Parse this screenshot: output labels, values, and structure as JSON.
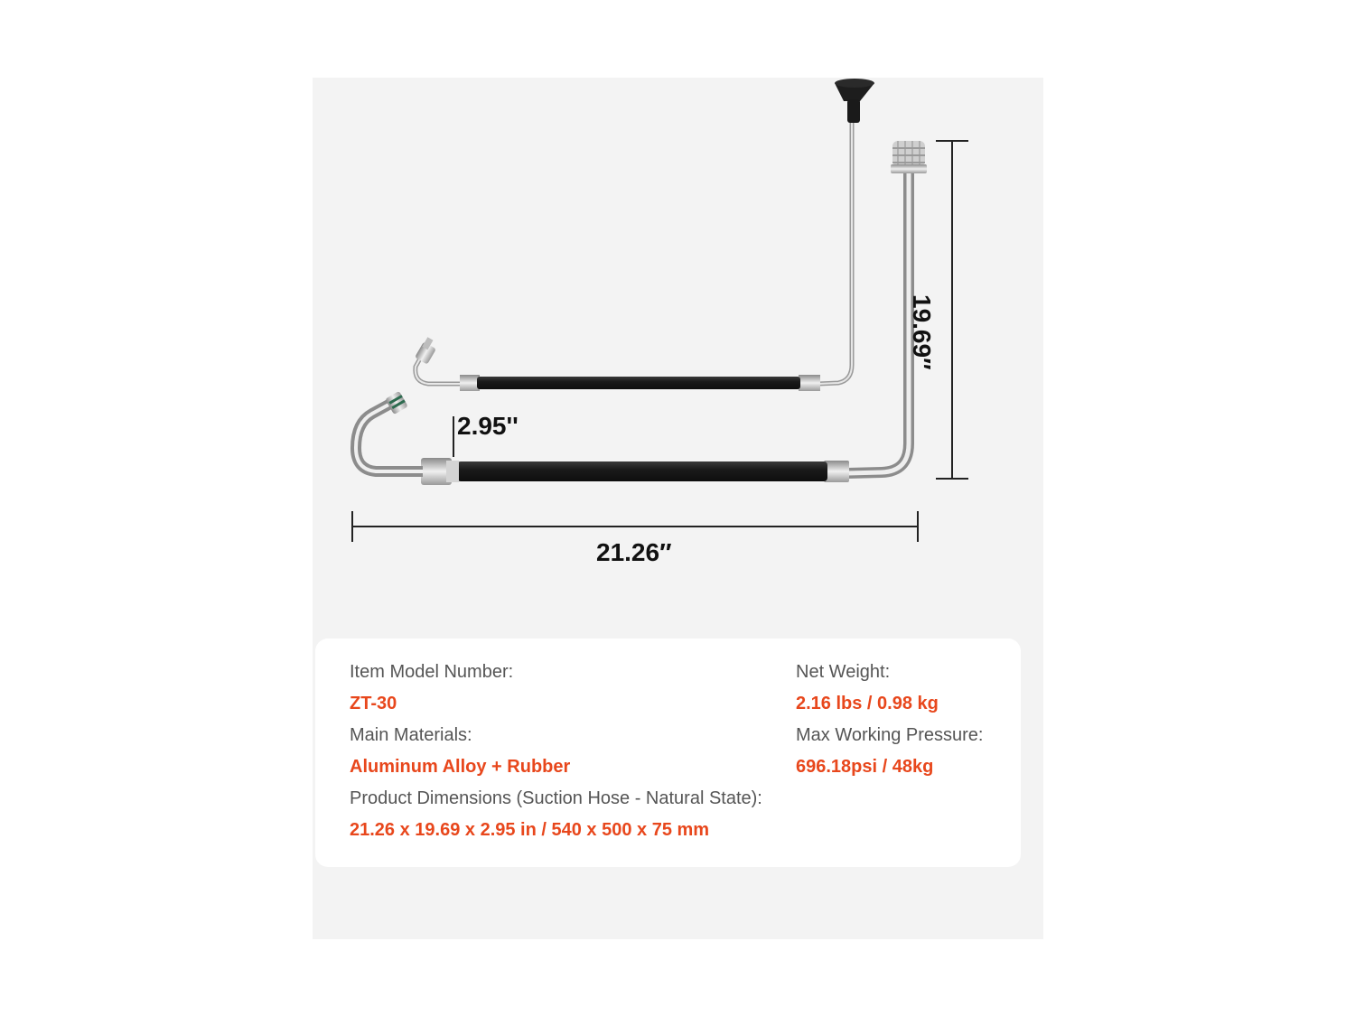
{
  "dimensions": {
    "width": "21.26″",
    "height": "19.69″",
    "diameter": "2.95''"
  },
  "specs": {
    "left": [
      {
        "label": "Item Model Number:",
        "value": "ZT-30"
      },
      {
        "label": "Main Materials:",
        "value": "Aluminum Alloy + Rubber"
      },
      {
        "label": "Product Dimensions (Suction Hose - Natural State):",
        "value": "21.26 x 19.69 x 2.95 in / 540 x 500 x 75 mm"
      }
    ],
    "right": [
      {
        "label": "Net Weight:",
        "value": "2.16 lbs / 0.98 kg"
      },
      {
        "label": "Max Working Pressure:",
        "value": "696.18psi / 48kg"
      }
    ]
  },
  "colors": {
    "panel_bg": "#f3f3f3",
    "accent": "#e8471c",
    "hose": "#1c1c1c",
    "metal": "#b8b8b8"
  }
}
